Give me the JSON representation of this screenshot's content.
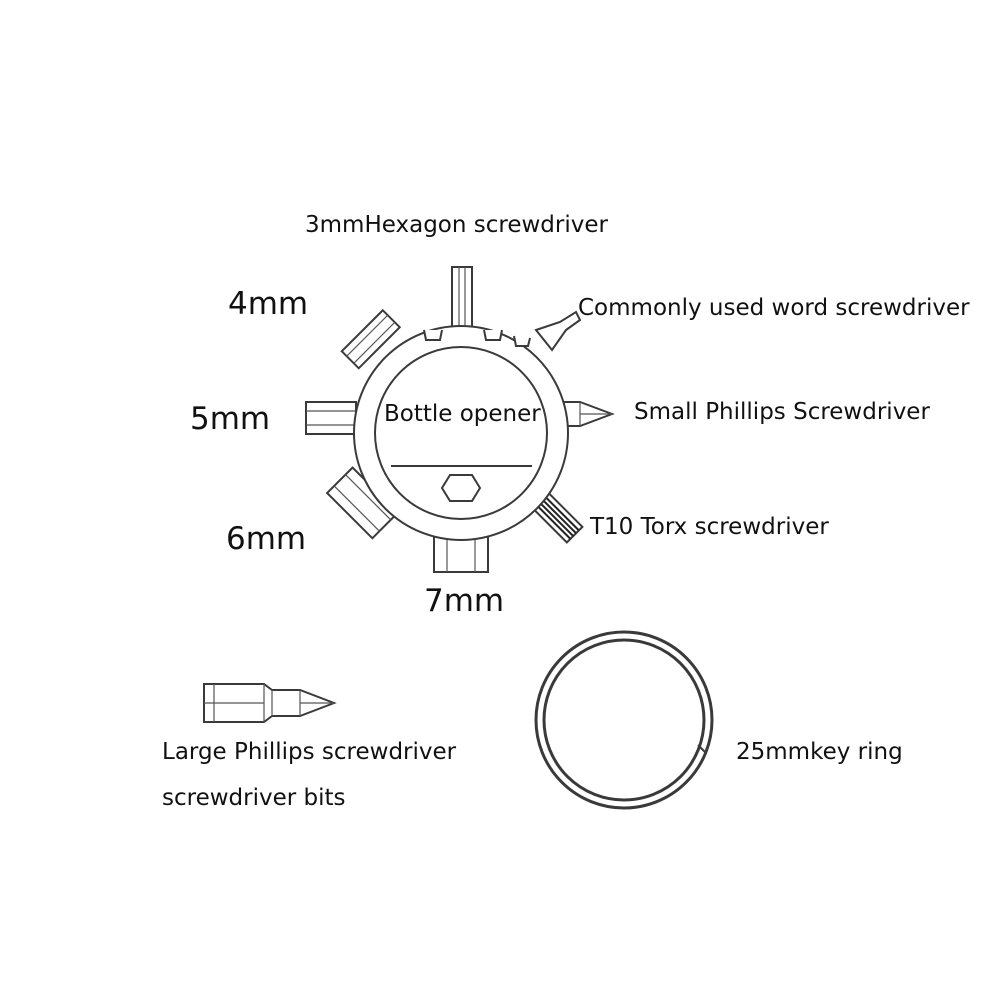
{
  "labels": {
    "hex3": "3mmHexagon screwdriver",
    "hex4": "4mm",
    "hex5": "5mm",
    "hex6": "6mm",
    "hex7": "7mm",
    "bottle": "Bottle opener",
    "word": "Commonly used word screwdriver",
    "small_phillips": "Small Phillips Screwdriver",
    "torx": "T10 Torx screwdriver",
    "large_phillips_line1": "Large Phillips screwdriver",
    "large_phillips_line2": "screwdriver bits",
    "key_ring": "25mmkey ring"
  },
  "icons": {
    "multitool": "round-bicycle-multitool-icon",
    "bit": "phillips-bit-icon",
    "ring": "key-ring-icon"
  },
  "colors": {
    "line": "#3a3a3a",
    "text": "#111111",
    "background": "#ffffff"
  }
}
